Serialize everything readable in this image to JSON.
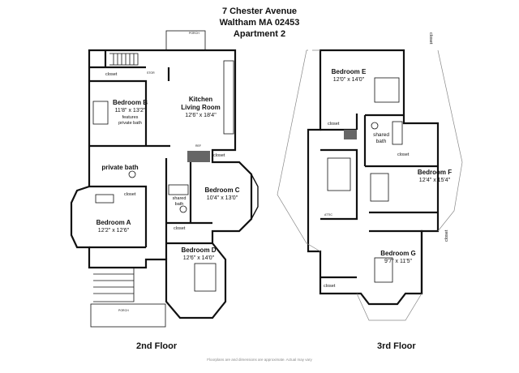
{
  "header": {
    "address": "7 Chester Avenue",
    "city": "Waltham MA 02453",
    "unit": "Apartment 2"
  },
  "floors": {
    "second": "2nd Floor",
    "third": "3rd Floor"
  },
  "rooms": {
    "bedroom_a": {
      "name": "Bedroom A",
      "dims": "12'2\" x 12'6\""
    },
    "bedroom_b": {
      "name": "Bedroom B",
      "dims": "11'8\" x 13'2\"",
      "note1": "features",
      "note2": "private bath"
    },
    "bedroom_c": {
      "name": "Bedroom C",
      "dims": "10'4\" x 13'0\""
    },
    "bedroom_d": {
      "name": "Bedroom D",
      "dims": "12'6\" x 14'0\""
    },
    "bedroom_e": {
      "name": "Bedroom E",
      "dims": "12'0\" x 14'0\""
    },
    "bedroom_f": {
      "name": "Bedroom F",
      "dims": "12'4\" x 15'4\""
    },
    "bedroom_g": {
      "name": "Bedroom G",
      "dims": "9'7\" x 11'5\""
    },
    "kitchen": {
      "line1": "Kitchen",
      "line2": "Living Room",
      "dims": "12'6\" x 18'4\""
    }
  },
  "labels": {
    "closet": "closet",
    "private_bath": "private bath",
    "shared": "shared",
    "bath": "bath",
    "porch": "PORCH",
    "stor": "STOR",
    "attic": "ATTIC",
    "ref": "REF"
  },
  "disclaimer": "Floorplans are and dimensions are approximate. Actual may vary"
}
